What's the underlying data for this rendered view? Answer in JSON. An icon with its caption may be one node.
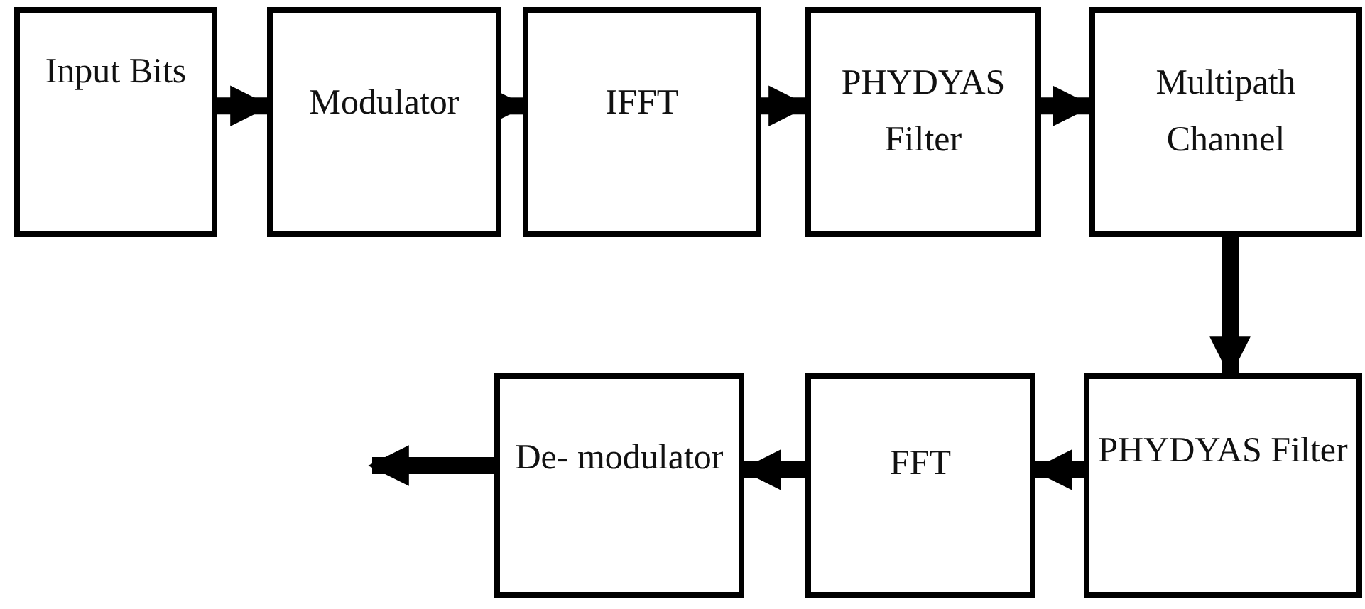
{
  "diagram": {
    "nodes": [
      {
        "text": [
          "Input Bits"
        ]
      },
      {
        "text": [
          "Modulator"
        ]
      },
      {
        "text": [
          "IFFT"
        ]
      },
      {
        "text": [
          "PHYDYAS Filter"
        ]
      },
      {
        "text": [
          "Multipath Channel"
        ]
      },
      {
        "text": [
          "PHYDYAS Filter"
        ]
      },
      {
        "text": [
          "FFT"
        ]
      },
      {
        "text": [
          "De- modulator"
        ]
      }
    ],
    "edges": [
      {
        "from": 0,
        "to": 1,
        "arrow": "to"
      },
      {
        "from": 1,
        "to": 2,
        "arrow": "to"
      },
      {
        "from": 2,
        "to": 3,
        "arrow": "to"
      },
      {
        "from": 3,
        "to": 4,
        "arrow": "to"
      },
      {
        "from": 4,
        "to": 5,
        "arrow": "to"
      },
      {
        "from": 5,
        "to": 6,
        "arrow": "to"
      },
      {
        "from": 6,
        "to": 7,
        "arrow": "to"
      },
      {
        "from": 7,
        "to": null,
        "arrow": "to"
      }
    ]
  }
}
